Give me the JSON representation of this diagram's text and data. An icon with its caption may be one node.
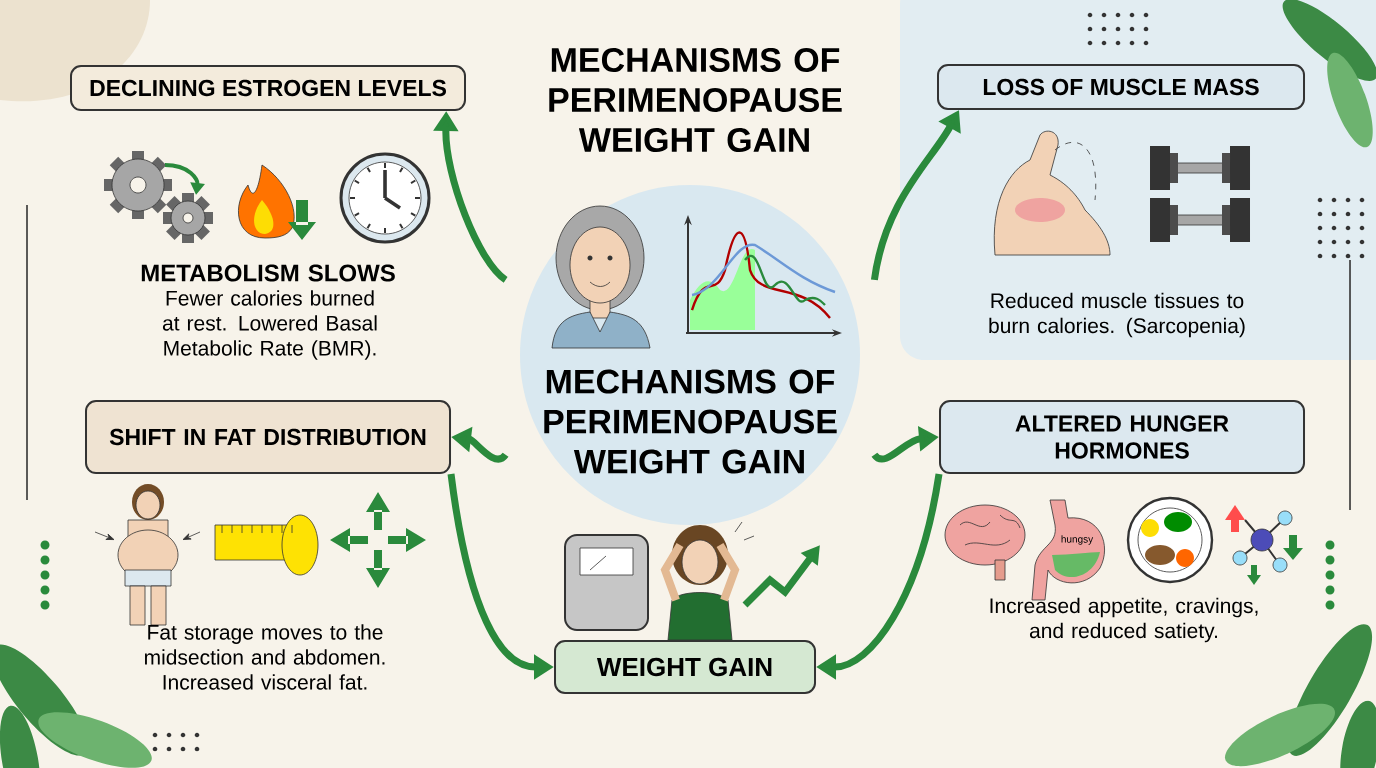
{
  "diagram": {
    "title": "MECHANISMS OF PERIMENOPAUSE WEIGHT GAIN",
    "nodes": [
      {
        "text": [
          "MECHANISMS OF PERIMENOPAUSE WEIGHT GAIN"
        ]
      },
      {
        "text": [
          "DECLINING ESTROGEN LEVELS"
        ]
      },
      {
        "text": [
          "LOSS OF MUSCLE MASS"
        ]
      },
      {
        "text": [
          "SHIFT IN FAT DISTRIBUTION"
        ]
      },
      {
        "text": [
          "ALTERED HUNGER HORMONES"
        ]
      },
      {
        "text": [
          "WEIGHT GAIN"
        ]
      }
    ],
    "edges": [
      {
        "from": 0,
        "to": 1,
        "arrow": "to"
      },
      {
        "from": 0,
        "to": 2,
        "arrow": "to"
      },
      {
        "from": 0,
        "to": 3,
        "arrow": "to"
      },
      {
        "from": 0,
        "to": 4,
        "arrow": "to"
      },
      {
        "from": 3,
        "to": 5,
        "arrow": "to"
      },
      {
        "from": 4,
        "to": 5,
        "arrow": "to"
      }
    ],
    "labels": [
      "METABOLISM SLOWS",
      "Fewer calories burned at rest. Lowered Basal Metabolic Rate (BMR).",
      "Reduced muscle tissues to burn calories. (Sarcopenia)",
      "Fat storage moves to the midsection and abdomen. Increased visceral fat.",
      "hungsy",
      "Increased appetite, cravings, and reduced satiety."
    ]
  }
}
